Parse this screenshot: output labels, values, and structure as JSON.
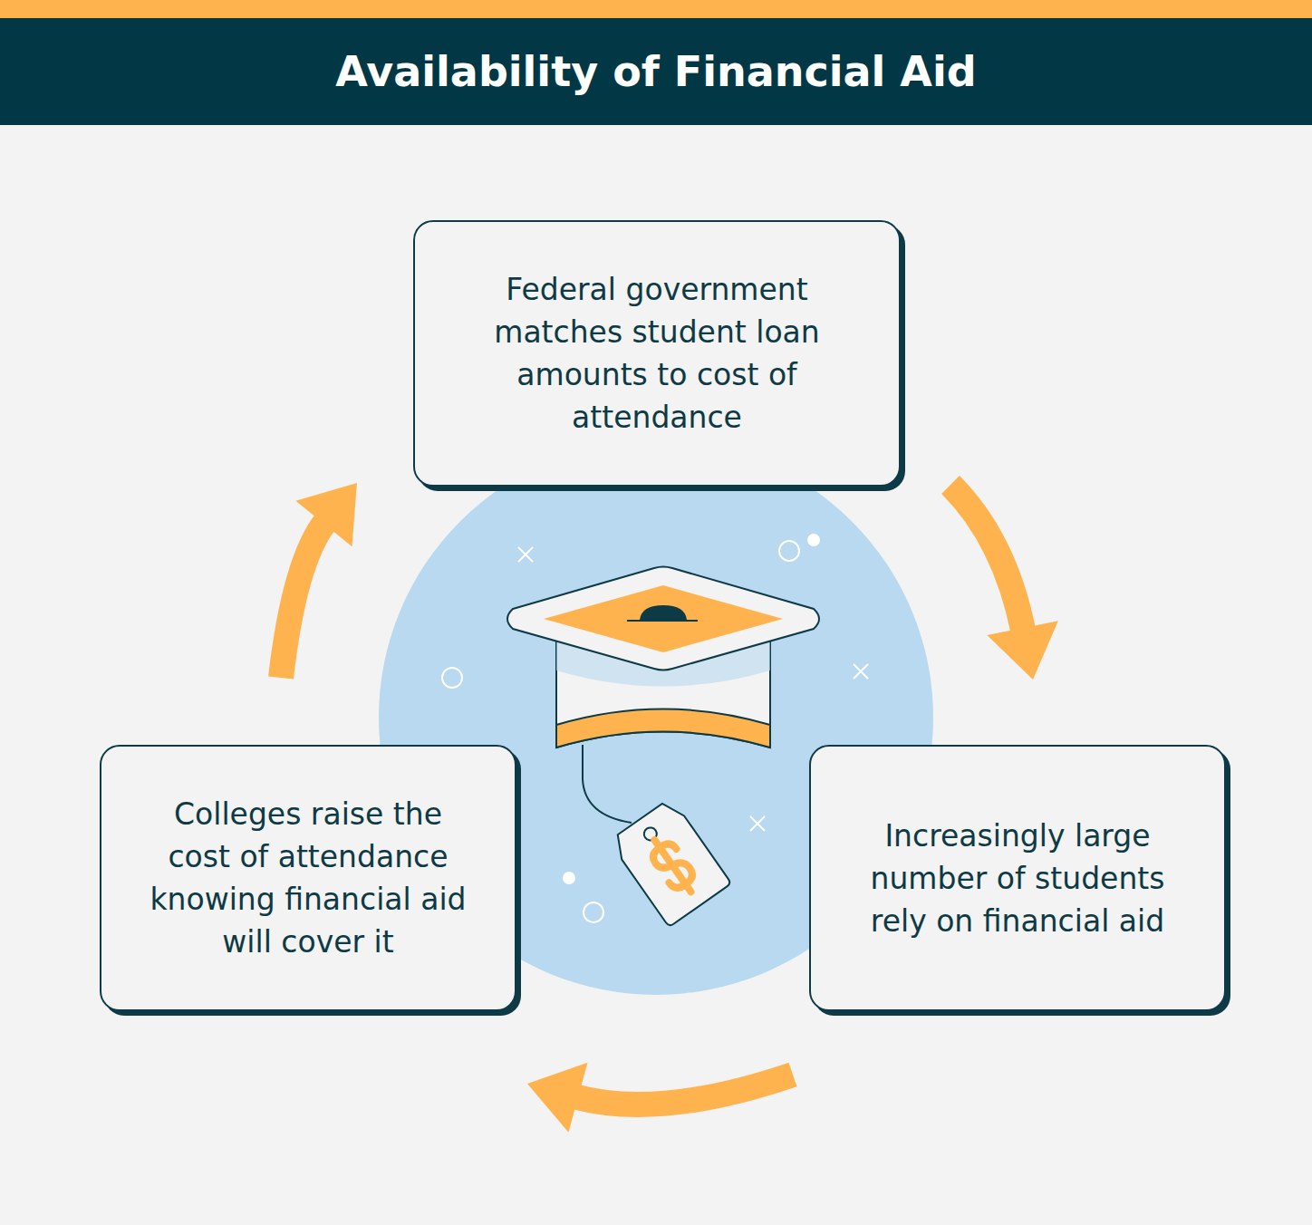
{
  "diagram": {
    "title": "Availability of Financial Aid",
    "nodes": [
      {
        "text": [
          "Federal government matches student loan amounts to cost of attendance"
        ]
      },
      {
        "text": [
          "Increasingly large number of students rely on financial aid"
        ]
      },
      {
        "text": [
          "Colleges raise the cost of attendance knowing financial aid will cover it"
        ]
      }
    ],
    "edges": [
      {
        "from": 0,
        "to": 1,
        "arrow": "to"
      },
      {
        "from": 1,
        "to": 2,
        "arrow": "to"
      },
      {
        "from": 2,
        "to": 0,
        "arrow": "to"
      }
    ]
  }
}
